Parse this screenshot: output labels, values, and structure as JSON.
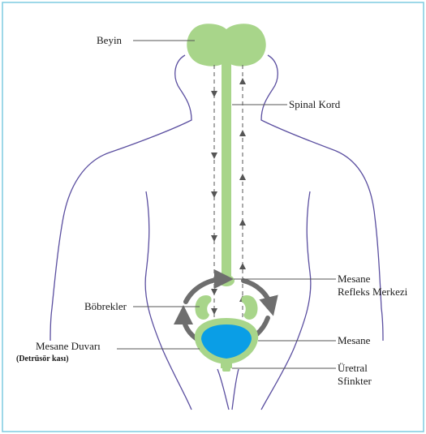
{
  "labels": {
    "brain": "Beyin",
    "spinal_cord": "Spinal Kord",
    "reflex_center_line1": "Mesane",
    "reflex_center_line2": "Refleks Merkezi",
    "kidneys": "Böbrekler",
    "bladder": "Mesane",
    "bladder_wall": "Mesane Duvarı",
    "detrusor": "(Detrüsör kası)",
    "sphincter_line1": "Üretral",
    "sphincter_line2": "Sfinkter"
  },
  "colors": {
    "frame_border": "#7ecbe0",
    "body_outline": "#5b4fa0",
    "organ_green": "#a8d58a",
    "bladder_blue": "#0a9ee6",
    "arrow_dark": "#555555",
    "circular_arrow": "#6e6e6e"
  }
}
